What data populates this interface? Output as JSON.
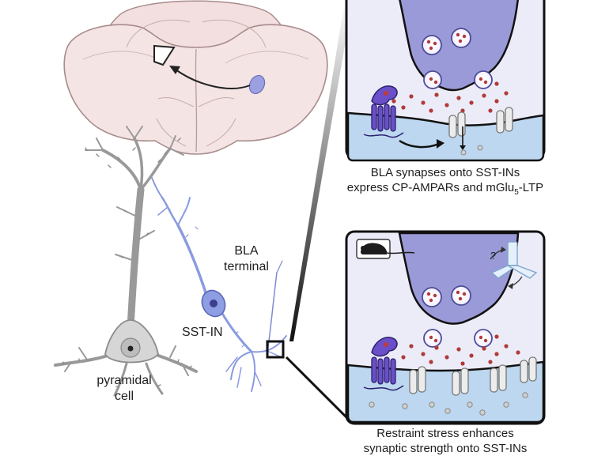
{
  "labels": {
    "bla_terminal_line1": "BLA",
    "bla_terminal_line2": "terminal",
    "sst_in": "SST-IN",
    "pyramidal_line1": "pyramidal",
    "pyramidal_line2": "cell"
  },
  "panel_top": {
    "caption_line1": "BLA synapses onto SST-INs",
    "caption_line2_prefix": "express CP-AMPARs and mGlu",
    "caption_line2_subscript": "5",
    "caption_line2_suffix": "-LTP"
  },
  "panel_bottom": {
    "caption_line1": "Restraint stress enhances",
    "caption_line2": "synaptic strength onto SST-INs",
    "question_mark": "?"
  },
  "colors": {
    "brain_fill": "#f3dfdf",
    "brain_stroke": "#a88b8b",
    "terminal_fill": "#8f8fd6",
    "postsynaptic_fill": "#bcd7ef",
    "panel_bg": "#ececf8",
    "glutamate": "#b03a3a",
    "receptor": "#6a4fc8",
    "sst_neuron": "#8a9be0",
    "pyramidal": "#9a9a9a"
  }
}
